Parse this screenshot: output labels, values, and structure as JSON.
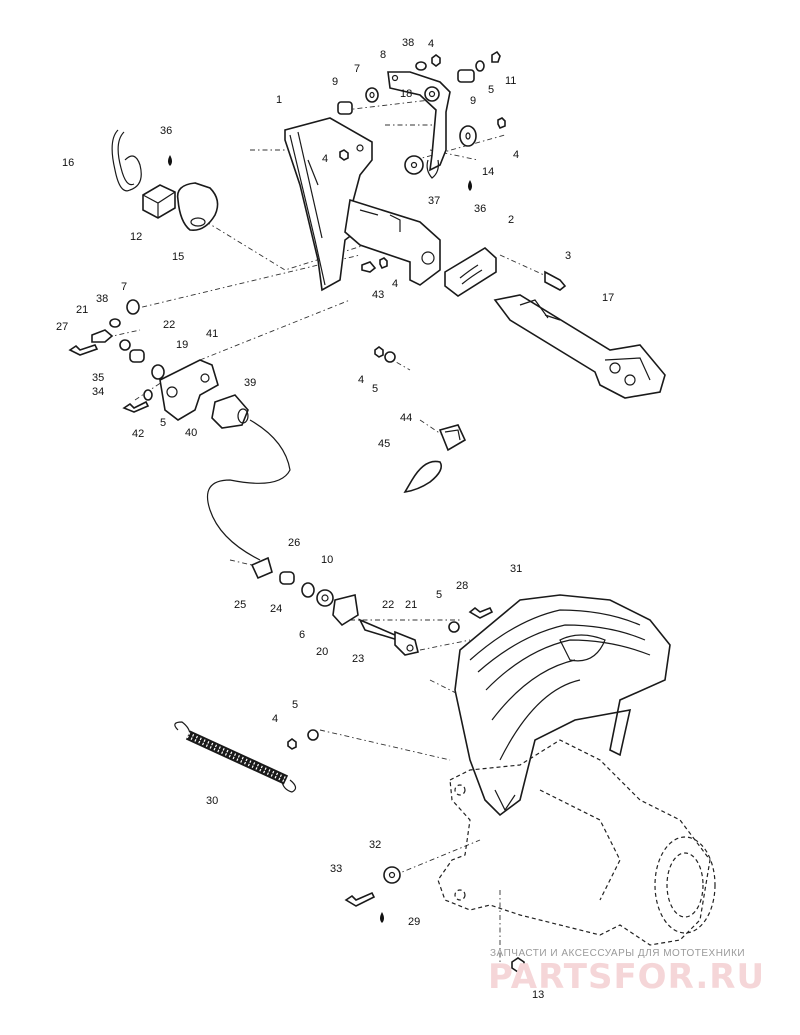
{
  "callouts": [
    "1",
    "2",
    "3",
    "4",
    "5",
    "6",
    "7",
    "8",
    "9",
    "10",
    "11",
    "12",
    "13",
    "14",
    "15",
    "16",
    "17",
    "18",
    "19",
    "20",
    "21",
    "22",
    "23",
    "24",
    "25",
    "26",
    "27",
    "28",
    "29",
    "30",
    "31",
    "32",
    "33",
    "34",
    "35",
    "36",
    "37",
    "38",
    "39",
    "40",
    "41",
    "42",
    "43",
    "44",
    "45"
  ],
  "watermark": {
    "tagline": "ЗАПЧАСТИ И АКСЕССУАРЫ ДЛЯ МОТОТЕХНИКИ",
    "logo": "PARTSFOR.RU"
  }
}
